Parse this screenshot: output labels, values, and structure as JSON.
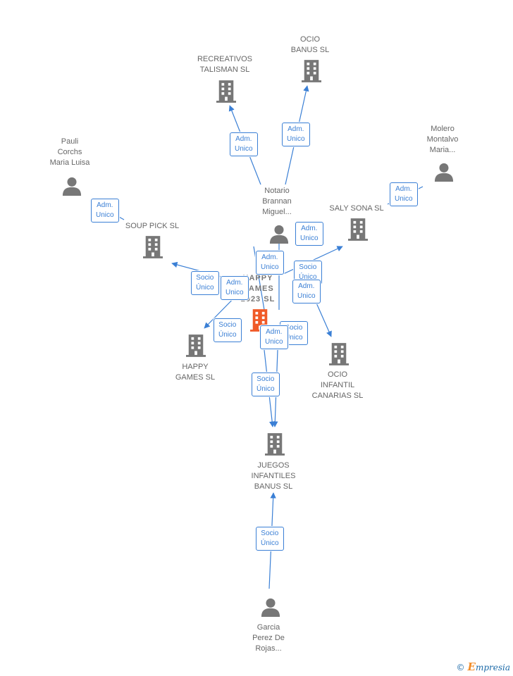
{
  "nodes": {
    "ocio_banus": {
      "label": "OCIO\nBANUS  SL",
      "kind": "company"
    },
    "recreativos": {
      "label": "RECREATIVOS\nTALISMAN  SL",
      "kind": "company"
    },
    "pauli": {
      "label": "Pauli\nCorchs\nMaria Luisa",
      "kind": "person"
    },
    "molero": {
      "label": "Molero\nMontalvo\nMaria...",
      "kind": "person"
    },
    "notario": {
      "label": "Notario\nBrannan\nMiguel...",
      "kind": "person"
    },
    "saly_sona": {
      "label": "SALY SONA  SL",
      "kind": "company"
    },
    "soup_pick": {
      "label": "SOUP PICK SL",
      "kind": "company"
    },
    "center": {
      "label": "HAPPY\nGAMES\n2023  SL",
      "kind": "company-focus"
    },
    "happy_games": {
      "label": "HAPPY\nGAMES  SL",
      "kind": "company"
    },
    "ocio_infantil": {
      "label": "OCIO\nINFANTIL\nCANARIAS SL",
      "kind": "company"
    },
    "juegos": {
      "label": "JUEGOS\nINFANTILES\nBANUS  SL",
      "kind": "company"
    },
    "garcia": {
      "label": "Garcia\nPerez De\nRojas...",
      "kind": "person"
    }
  },
  "edge_labels": {
    "adm_unico": "Adm.\nUnico",
    "socio_unico": "Socio\nÚnico"
  },
  "footer": {
    "copyright": "©",
    "brand_first": "E",
    "brand_rest": "mpresia"
  },
  "colors": {
    "edge": "#3a7fd5",
    "icon": "#777777",
    "focus": "#f05a28"
  }
}
